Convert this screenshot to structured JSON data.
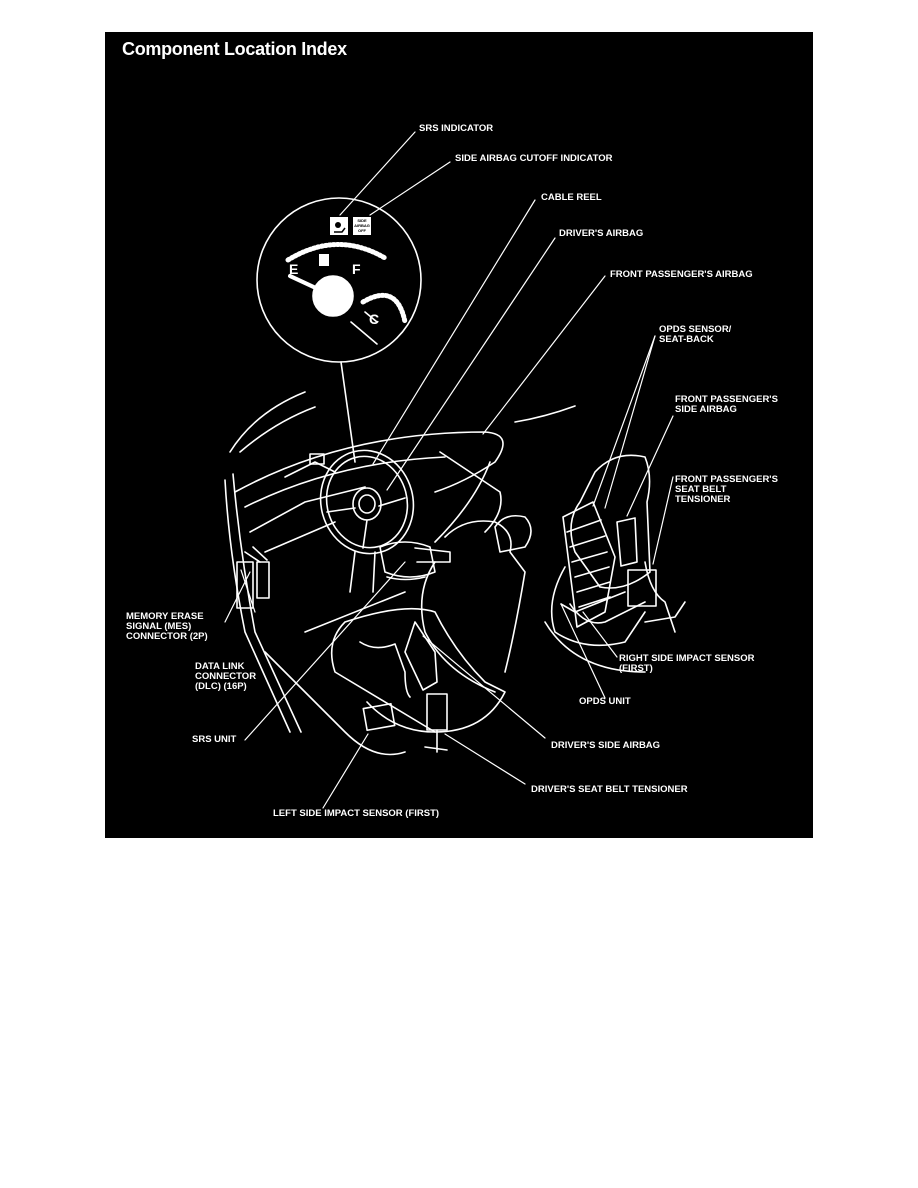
{
  "title": "Component Location Index",
  "colors": {
    "background": "#000000",
    "lines": "#ffffff",
    "page": "#ffffff"
  },
  "gauge": {
    "empty_mark": "E",
    "full_mark": "F",
    "cold_mark": "C",
    "fuel_icon": "fuel-pump-icon",
    "srs_icon": "airbag-person-icon",
    "side_airbag_off_lines": [
      "SIDE",
      "AIRBAG",
      "OFF"
    ]
  },
  "labels": {
    "srs_indicator": "SRS INDICATOR",
    "side_airbag_cutoff_indicator": "SIDE AIRBAG CUTOFF INDICATOR",
    "cable_reel": "CABLE REEL",
    "drivers_airbag": "DRIVER'S AIRBAG",
    "front_passengers_airbag": "FRONT PASSENGER'S AIRBAG",
    "opds_sensor_seat_back": [
      "OPDS SENSOR/",
      "SEAT-BACK"
    ],
    "front_passengers_side_airbag": [
      "FRONT PASSENGER'S",
      "SIDE AIRBAG"
    ],
    "front_passengers_seat_belt_tensioner": [
      "FRONT PASSENGER'S",
      "SEAT BELT",
      "TENSIONER"
    ],
    "mes_connector": [
      "MEMORY ERASE",
      "SIGNAL (MES)",
      "CONNECTOR (2P)"
    ],
    "data_link_connector": [
      "DATA LINK",
      "CONNECTOR",
      "(DLC) (16P)"
    ],
    "right_side_impact_sensor": [
      "RIGHT SIDE IMPACT SENSOR",
      "(FIRST)"
    ],
    "opds_unit": "OPDS UNIT",
    "srs_unit": "SRS UNIT",
    "drivers_side_airbag": "DRIVER'S SIDE AIRBAG",
    "drivers_seat_belt_tensioner": "DRIVER'S SEAT BELT TENSIONER",
    "left_side_impact_sensor": "LEFT SIDE IMPACT SENSOR (FIRST)"
  }
}
